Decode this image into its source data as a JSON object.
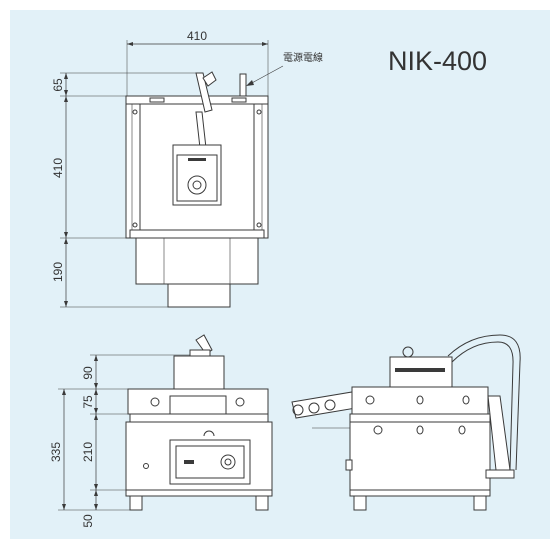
{
  "model": "NIK-400",
  "power_cord_label": "電源電線",
  "dimensions": {
    "front_width": "410",
    "front_top": "65",
    "front_body": "410",
    "front_bottom": "190",
    "side_top": "90",
    "side_upper": "75",
    "side_total": "335",
    "side_body": "210",
    "side_feet": "50"
  },
  "colors": {
    "panel_background": "#e2f1f8",
    "line": "#3a3a3a"
  }
}
